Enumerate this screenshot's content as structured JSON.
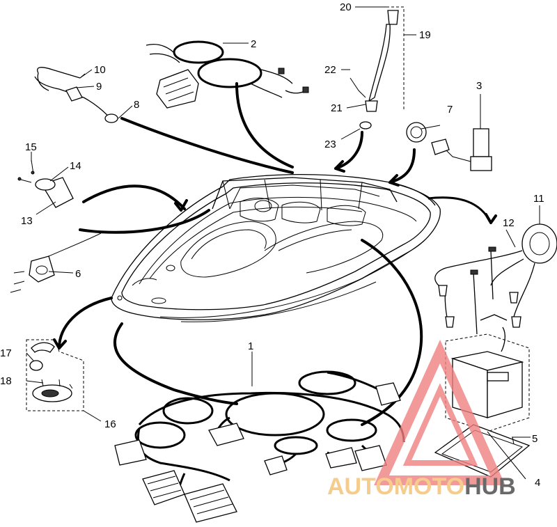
{
  "diagram": {
    "callouts": [
      "1",
      "2",
      "3",
      "4",
      "5",
      "6",
      "7",
      "8",
      "9",
      "10",
      "11",
      "12",
      "13",
      "14",
      "15",
      "16",
      "17",
      "18",
      "19",
      "20",
      "21",
      "22",
      "23"
    ]
  },
  "watermark": {
    "part1": "AUTOMOTO",
    "part2": "HUB",
    "color_primary": "#f08080",
    "color_secondary": "#f4c070",
    "color_hub": "#444444"
  }
}
